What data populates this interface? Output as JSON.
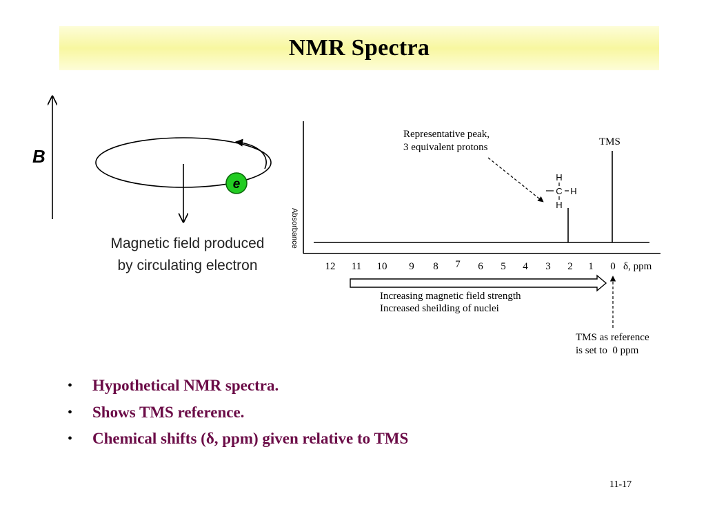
{
  "title": "NMR Spectra",
  "left_figure": {
    "field_symbol": "B",
    "electron_symbol": "e",
    "caption_line1": "Magnetic field produced",
    "caption_line2": "by circulating electron",
    "electron_color": "#22cc22"
  },
  "spectrum": {
    "y_axis_label": "Absorbance",
    "tick_labels": [
      "12",
      "11",
      "10",
      "9",
      "8",
      "7",
      "6",
      "5",
      "4",
      "3",
      "2",
      "1",
      "0"
    ],
    "axis_unit": "δ, ppm",
    "peak_annotation_line1": "Representative peak,",
    "peak_annotation_line2": "3 equivalent protons",
    "tms_label": "TMS",
    "methyl_atoms": {
      "top": "H",
      "center": "C",
      "right": "H",
      "bottom": "H"
    },
    "arrow_caption_line1": "Increasing magnetic field strength",
    "arrow_caption_line2": "Increased sheilding of nuclei",
    "reference_note_line1": "TMS as reference",
    "reference_note_line2": "is set to  0 ppm",
    "peaks_ppm": [
      2,
      0
    ]
  },
  "bullets": [
    "Hypothetical NMR spectra.",
    "Shows TMS reference.",
    "Chemical shifts (δ, ppm) given relative to TMS"
  ],
  "slide_number": "11-17",
  "colors": {
    "title_band": "#f8f7a0",
    "bullet_text": "#6b0c47"
  }
}
